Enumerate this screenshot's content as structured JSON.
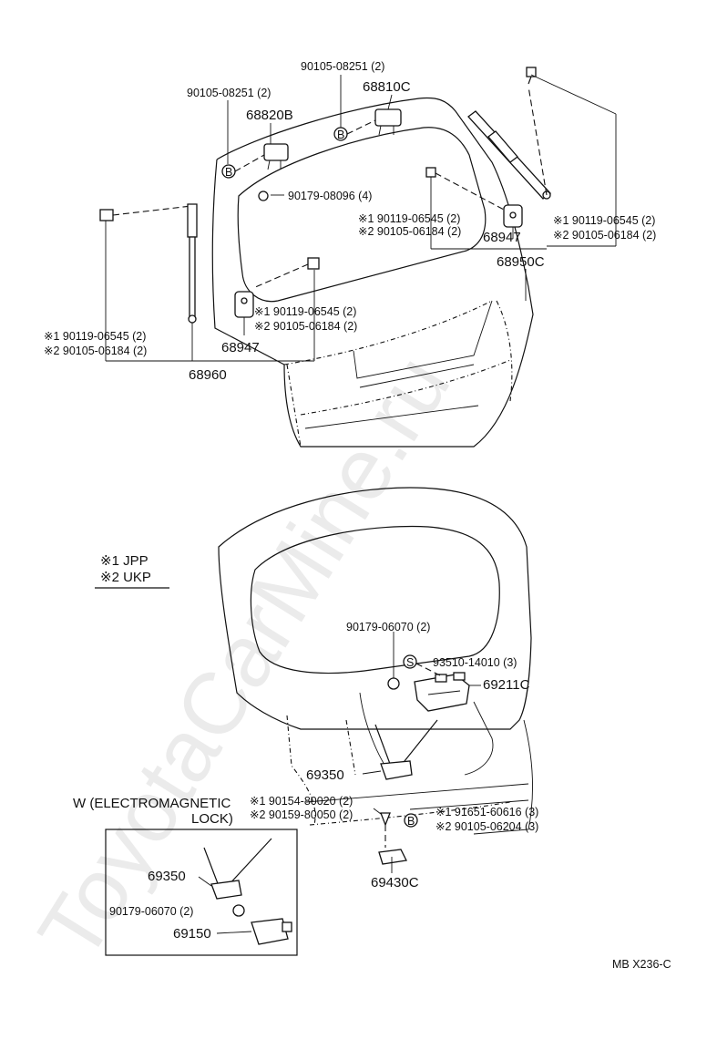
{
  "watermark": "ToyotaCarMine.ru",
  "figure_id": "MB X236-C",
  "legend": {
    "jpp": "※1 JPP",
    "ukp": "※2 UKP"
  },
  "inset": {
    "title_line1": "W (ELECTROMAGNETIC",
    "title_line2": "LOCK)"
  },
  "labels": {
    "p90105_08251_left": "90105-08251 (2)",
    "p90105_08251_top": "90105-08251 (2)",
    "p68820b": "68820B",
    "p68810c": "68810C",
    "p90179_08096": "90179-08096 (4)",
    "p_r_j1": "※1 90119-06545 (2)",
    "p_r_u2": "※2 90105-06184 (2)",
    "p_m_j1": "※1 90119-06545 (2)",
    "p_m_u2": "※2 90105-06184 (2)",
    "p_fr_j1": "※1 90119-06545 (2)",
    "p_fr_u2": "※2 90105-06184 (2)",
    "p_l_j1": "※1 90119-06545 (2)",
    "p_l_u2": "※2 90105-06184 (2)",
    "p68947_right": "68947",
    "p68947_left": "68947",
    "p68950c": "68950C",
    "p68960": "68960",
    "p90179_06070": "90179-06070 (2)",
    "p93510": "93510-14010 (3)",
    "p69211c": "69211C",
    "p69350": "69350",
    "p_b_j1": "※1 90154-80020 (2)",
    "p_b_u2": "※2 90159-80050 (2)",
    "p_br_j1": "※1 91651-60616 (3)",
    "p_br_u2": "※2 90105-06204 (3)",
    "p69430c": "69430C",
    "p69350_inset": "69350",
    "p90179_06070_inset": "90179-06070 (2)",
    "p69150": "69150",
    "mark_b1": "B",
    "mark_b2": "B",
    "mark_b3": "B",
    "mark_s": "S"
  }
}
